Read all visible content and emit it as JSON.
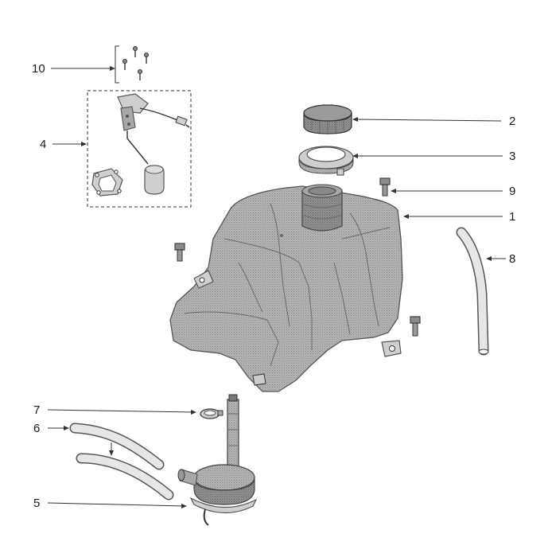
{
  "callouts": {
    "c1": "1",
    "c2": "2",
    "c3": "3",
    "c4": "4",
    "c5": "5",
    "c6": "6",
    "c7": "7",
    "c8": "8",
    "c9": "9",
    "c10": "10"
  },
  "colors": {
    "part_fill": "#a9a9a9",
    "part_dark": "#8c8c8c",
    "line": "#333333",
    "background": "#ffffff"
  }
}
